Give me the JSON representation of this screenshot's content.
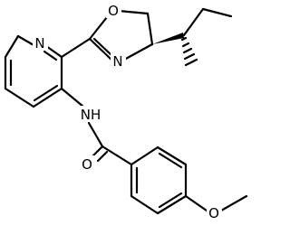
{
  "molecule": {
    "atoms": {
      "oxazoline_o": "O",
      "oxazoline_n": "N",
      "pyridine_n": "N",
      "amide_nh": "NH",
      "carbonyl_o": "O",
      "methoxy_o": "O"
    }
  }
}
